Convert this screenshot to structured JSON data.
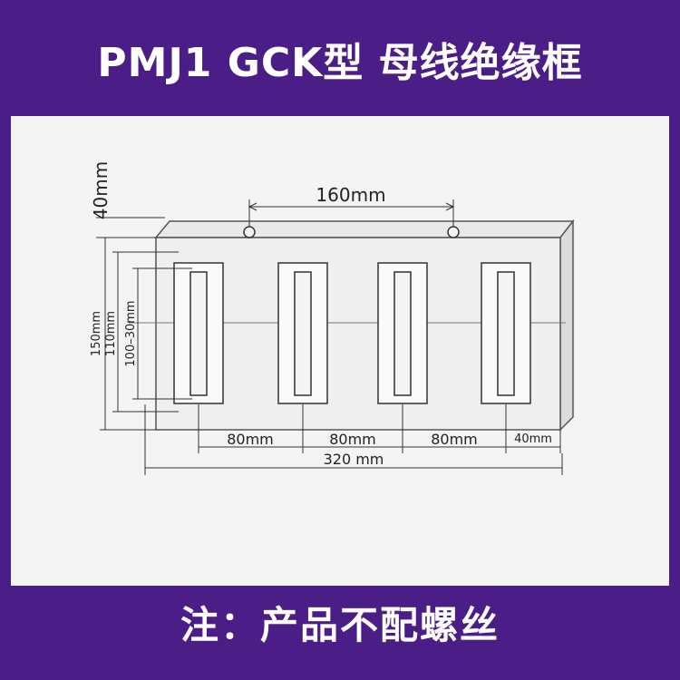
{
  "title": "PMJ1 GCK型 母线绝缘框",
  "note": "注：产品不配螺丝",
  "diagram": {
    "dim_top_spacing": "160mm",
    "dim_left_offset": "40mm",
    "dim_height_total": "150mm",
    "dim_height_inner": "110mm",
    "dim_slot_range": "100–30mm",
    "dim_pitch_1": "80mm",
    "dim_pitch_2": "80mm",
    "dim_pitch_3": "80mm",
    "dim_edge": "40mm",
    "dim_total_width": "320 mm"
  }
}
